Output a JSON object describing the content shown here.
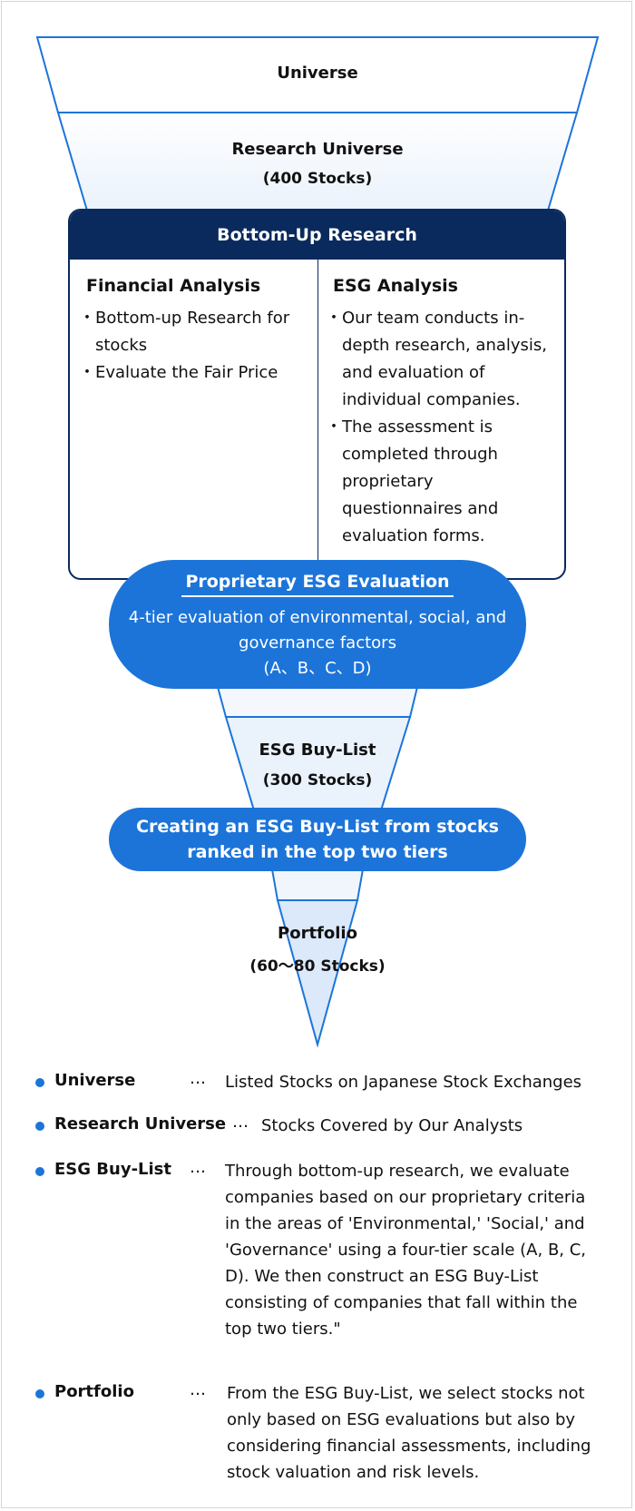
{
  "funnel": {
    "universe": "Universe",
    "research_universe": "Research Universe",
    "research_universe_count": "(400 Stocks)",
    "esg_buy_list": "ESG Buy-List",
    "esg_buy_list_count": "(300 Stocks)",
    "portfolio": "Portfolio",
    "portfolio_count": "(60～80 Stocks)"
  },
  "bottom_up": {
    "header": "Bottom-Up Research",
    "financial": {
      "title": "Financial Analysis",
      "items": [
        "Bottom-up Research for stocks",
        "Evaluate the Fair Price"
      ]
    },
    "esg": {
      "title": "ESG Analysis",
      "items": [
        "Our team conducts in-depth research, analysis, and evaluation of individual companies.",
        "The assessment is completed through proprietary questionnaires and evaluation forms."
      ]
    }
  },
  "evaluation": {
    "title": "Proprietary ESG Evaluation",
    "description": "4-tier evaluation of environmental, social, and governance factors",
    "tiers": "(A、B、C、D)"
  },
  "buy_list_step": {
    "line1": "Creating an ESG Buy-List from stocks",
    "line2": "ranked in the top two tiers"
  },
  "definitions": [
    {
      "term": "Universe",
      "separator": "…",
      "text": "Listed Stocks on Japanese Stock Exchanges"
    },
    {
      "term": "Research Universe",
      "separator": "…",
      "text": "Stocks Covered by Our Analysts"
    },
    {
      "term": "ESG Buy-List",
      "separator": "…",
      "text": "Through bottom-up research, we evaluate companies based on our proprietary criteria in the areas of 'Environmental,' 'Social,' and 'Governance' using a four-tier scale (A, B, C, D). We then construct an ESG Buy-List consisting of companies that fall within the top two tiers.\""
    },
    {
      "term": "Portfolio",
      "separator": "…",
      "text": "From the ESG Buy-List, we select stocks not only based on ESG evaluations but also by considering financial assessments, including stock valuation and risk levels."
    }
  ],
  "colors": {
    "navy": "#0a2a5e",
    "accent_blue": "#1c74d9",
    "funnel_line": "#1c74d9",
    "funnel_fill_light": "#ffffff",
    "funnel_fill_tint": "#eef4fc"
  }
}
